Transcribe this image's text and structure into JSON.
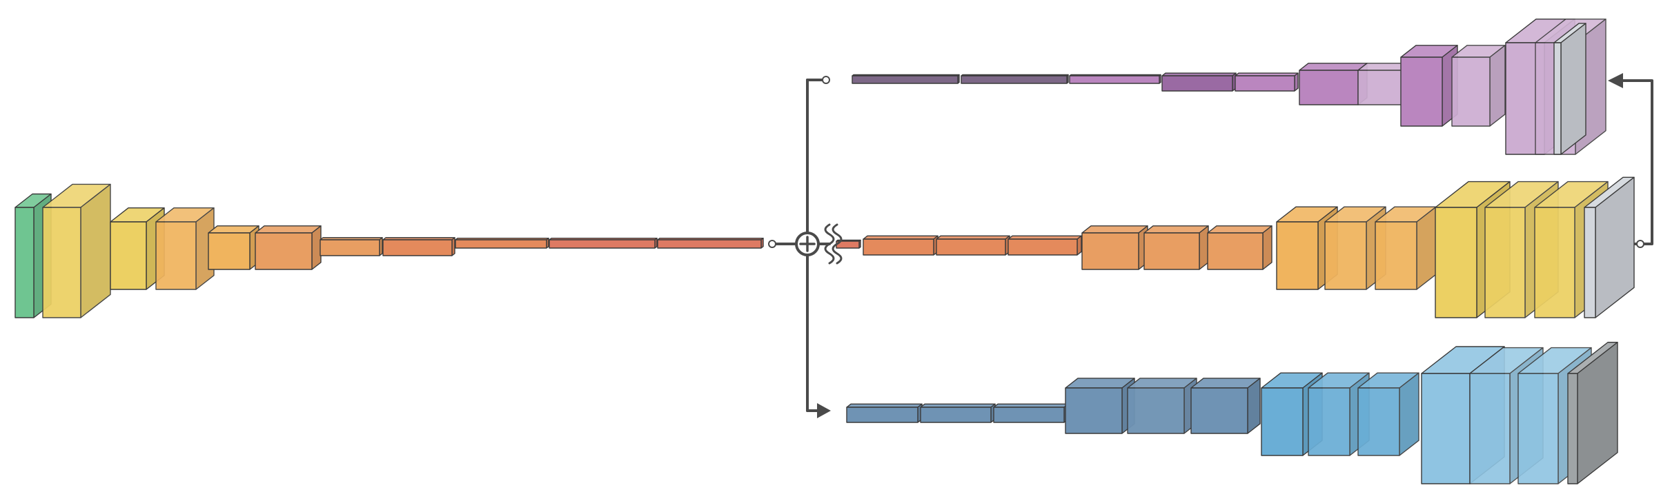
{
  "diagram": {
    "kind": "encoder with three decoder branches",
    "palette": {
      "green": "#6fc591",
      "yellow": "#ecd063",
      "orange_light": "#f0b45e",
      "orange": "#e89e62",
      "orange_dark": "#e48a5c",
      "red": "#de7a63",
      "purple": "#ba86bf",
      "purple_dark": "#9a6aa3",
      "purple_light": "#cdaed2",
      "purple_grey": "#7d6887",
      "blue": "#6aaed6",
      "blue_light": "#8fc4e2",
      "steel": "#6f93b4",
      "grey": "#d2d6dc",
      "grey_dark": "#9fa4a6",
      "edge": "#4a4a4a"
    },
    "components": [
      {
        "id": "encoder",
        "role": "shared encoder",
        "blocks": 12
      },
      {
        "id": "fusion",
        "role": "sum junction",
        "glyph": "+"
      },
      {
        "id": "decoder_top",
        "role": "purple decoder branch",
        "blocks": 14
      },
      {
        "id": "decoder_middle",
        "role": "orange-yellow decoder branch",
        "blocks": 14
      },
      {
        "id": "decoder_bottom",
        "role": "blue decoder branch",
        "blocks": 13
      }
    ],
    "connections": [
      {
        "from": "encoder",
        "to": "fusion"
      },
      {
        "from": "fusion",
        "to": "decoder_top"
      },
      {
        "from": "fusion",
        "to": "decoder_middle"
      },
      {
        "from": "fusion",
        "to": "decoder_bottom"
      },
      {
        "from": "decoder_middle",
        "to": "decoder_top"
      }
    ]
  }
}
